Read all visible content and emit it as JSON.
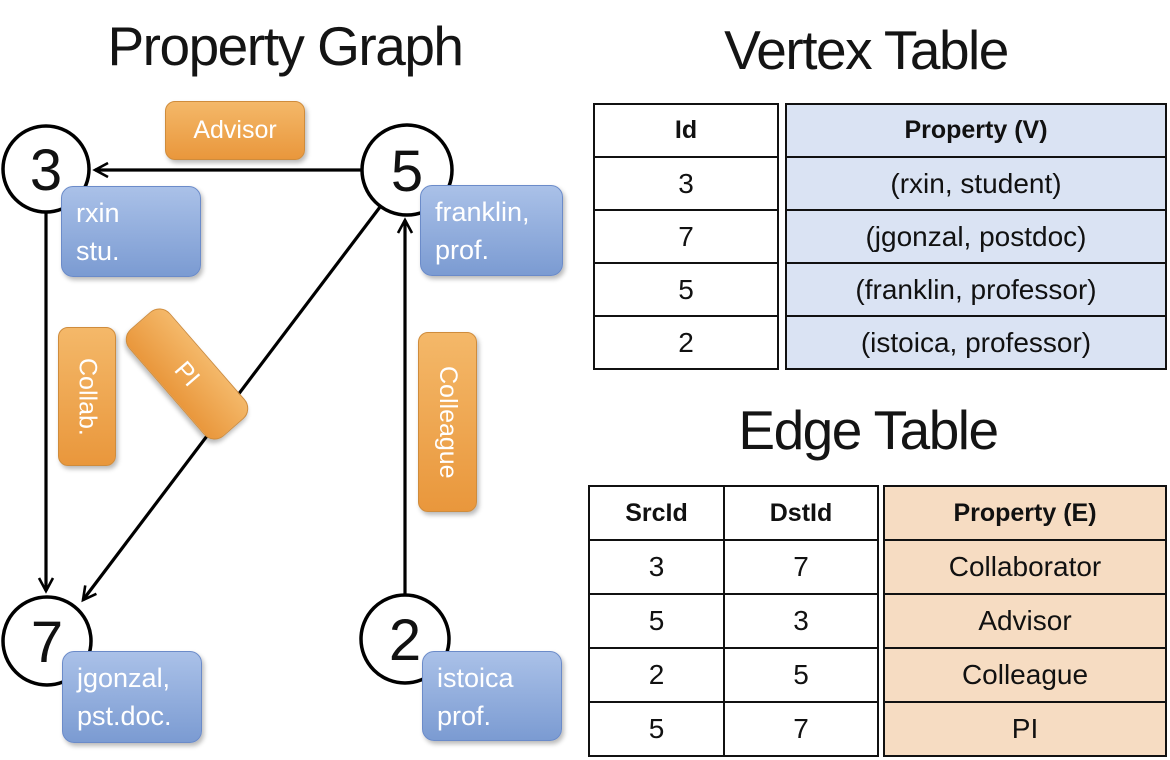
{
  "graph": {
    "title": "Property Graph",
    "nodes": [
      {
        "id": "3"
      },
      {
        "id": "5"
      },
      {
        "id": "7"
      },
      {
        "id": "2"
      }
    ],
    "vertex_labels": {
      "rxin": {
        "line1": "rxin",
        "line2": "stu."
      },
      "franklin": {
        "line1": "franklin,",
        "line2": "prof."
      },
      "jgonzal": {
        "line1": "jgonzal,",
        "line2": "pst.doc."
      },
      "istoica": {
        "line1": "istoica",
        "line2": "prof."
      }
    },
    "edge_labels": {
      "advisor": "Advisor",
      "collab": "Collab.",
      "pi": "PI",
      "colleague": "Colleague"
    }
  },
  "vertex_table": {
    "title": "Vertex Table",
    "id_header": "Id",
    "property_header": "Property (V)",
    "ids": [
      "3",
      "7",
      "5",
      "2"
    ],
    "properties": [
      "(rxin, student)",
      "(jgonzal, postdoc)",
      "(franklin, professor)",
      "(istoica, professor)"
    ]
  },
  "edge_table": {
    "title": "Edge Table",
    "src_header": "SrcId",
    "dst_header": "DstId",
    "property_header": "Property (E)",
    "rows": [
      {
        "src": "3",
        "dst": "7",
        "property": "Collaborator"
      },
      {
        "src": "5",
        "dst": "3",
        "property": "Advisor"
      },
      {
        "src": "2",
        "dst": "5",
        "property": "Colleague"
      },
      {
        "src": "5",
        "dst": "7",
        "property": "PI"
      }
    ]
  },
  "colors": {
    "edge_label_orange_top": "#f4b869",
    "edge_label_orange_bottom": "#e9973c",
    "vertex_label_blue_top": "#aac1e8",
    "vertex_label_blue_bottom": "#7b9bd2",
    "vertex_table_fill": "#dae3f3",
    "edge_table_fill": "#f6dcc2",
    "line_color": "#000000"
  }
}
